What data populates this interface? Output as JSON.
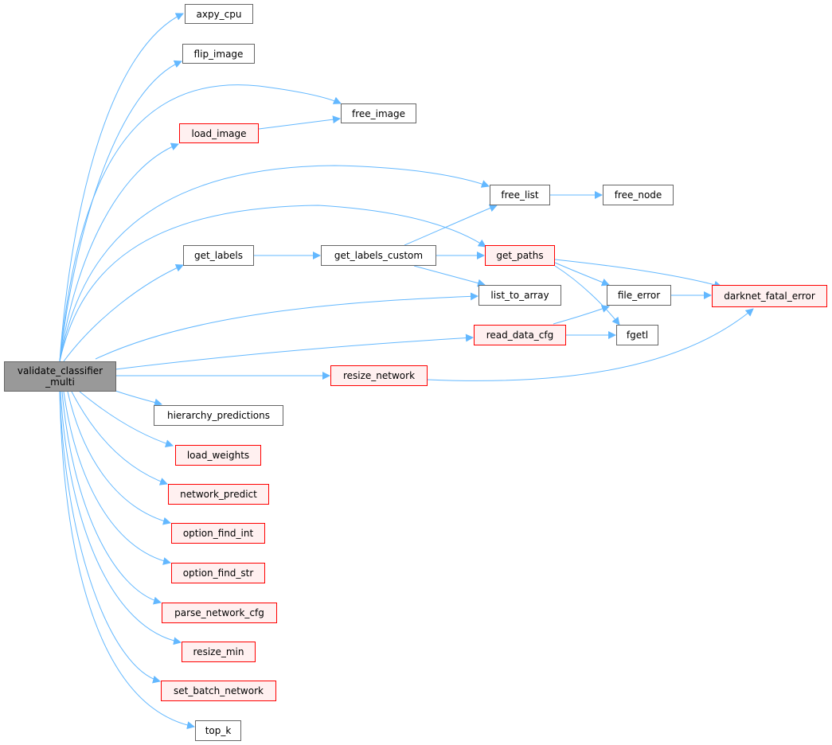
{
  "root": {
    "line1": "validate_classifier",
    "line2": "_multi"
  },
  "colors": {
    "edge": "#63b8ff",
    "red_border": "#ff0000",
    "red_fill": "#fff0f0",
    "root_fill": "#999999",
    "border": "#666666"
  },
  "nodes": {
    "axpy_cpu": "axpy_cpu",
    "flip_image": "flip_image",
    "free_image": "free_image",
    "load_image": "load_image",
    "free_list": "free_list",
    "free_node": "free_node",
    "get_labels": "get_labels",
    "get_labels_custom": "get_labels_custom",
    "get_paths": "get_paths",
    "list_to_array": "list_to_array",
    "file_error": "file_error",
    "darknet_fatal_error": "darknet_fatal_error",
    "read_data_cfg": "read_data_cfg",
    "fgetl": "fgetl",
    "resize_network": "resize_network",
    "hierarchy_predictions": "hierarchy_predictions",
    "load_weights": "load_weights",
    "network_predict": "network_predict",
    "option_find_int": "option_find_int",
    "option_find_str": "option_find_str",
    "parse_network_cfg": "parse_network_cfg",
    "resize_min": "resize_min",
    "set_batch_network": "set_batch_network",
    "top_k": "top_k"
  }
}
